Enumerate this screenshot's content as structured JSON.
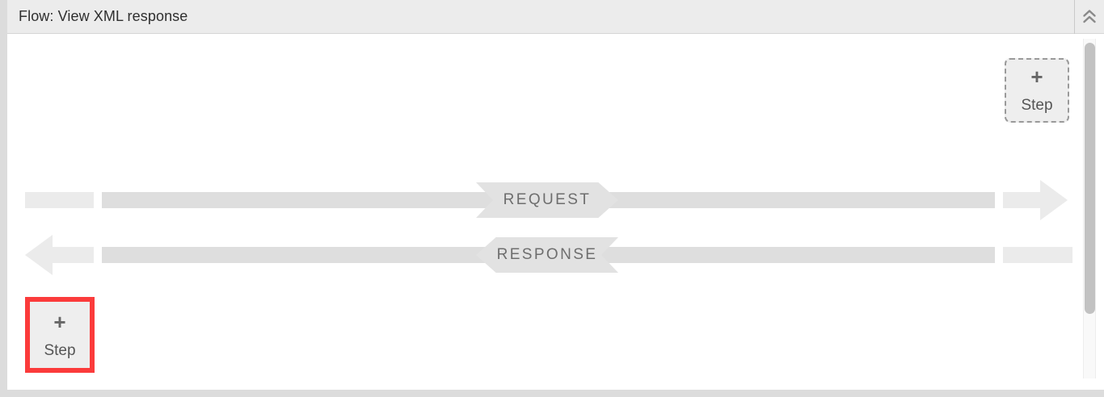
{
  "panel": {
    "title": "Flow: View XML response",
    "collapse_icon": "double-chevron-up-icon",
    "collapse_tooltip": "Collapse"
  },
  "flow": {
    "rows": [
      {
        "id": "request",
        "label": "REQUEST",
        "direction": "right",
        "arrow_icon": "arrow-right-icon"
      },
      {
        "id": "response",
        "label": "RESPONSE",
        "direction": "left",
        "arrow_icon": "arrow-left-icon"
      }
    ],
    "add_steps": [
      {
        "id": "add-step-top-right",
        "plus": "+",
        "label": "Step",
        "style": "dashed",
        "highlighted": false
      },
      {
        "id": "add-step-bottom-left",
        "plus": "+",
        "label": "Step",
        "style": "solid",
        "highlighted": true
      }
    ]
  },
  "colors": {
    "header_bg": "#ececec",
    "canvas_bg": "#ffffff",
    "bar_light": "#ebebeb",
    "bar_dark": "#dedede",
    "banner_bg": "#e2e2e2",
    "banner_text": "#6e6e6e",
    "highlight": "#fb3b3b",
    "dashed_border": "#9a9a9a",
    "scrollbar_thumb": "#c2c2c2",
    "panel_border": "#dcdcdc"
  },
  "scrollbar": {
    "orientation": "vertical",
    "thumb_position_percent": 2,
    "thumb_size_percent": 80
  }
}
